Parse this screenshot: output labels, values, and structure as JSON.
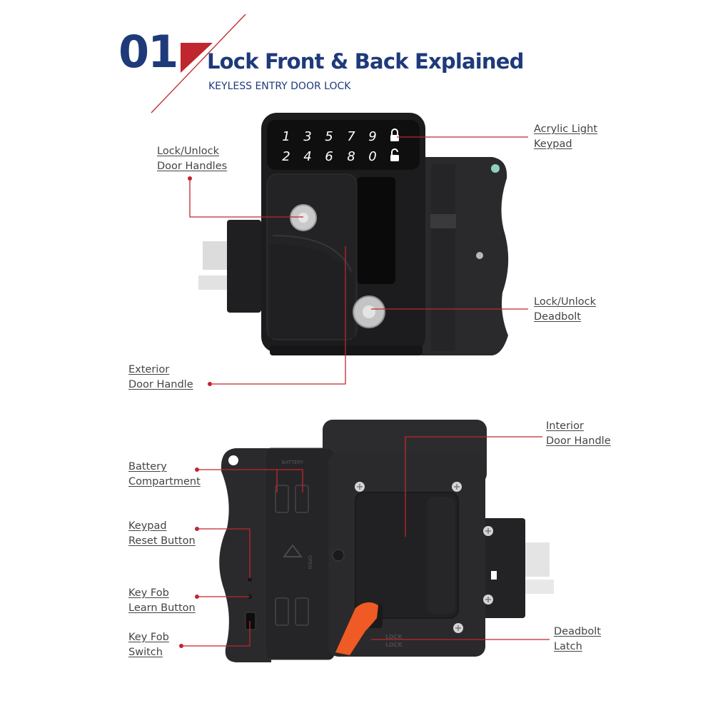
{
  "header": {
    "number": "01",
    "title": "Lock Front & Back Explained",
    "subtitle": "KEYLESS ENTRY DOOR LOCK"
  },
  "keypad": {
    "row1": [
      "1",
      "3",
      "5",
      "7",
      "9"
    ],
    "row2": [
      "2",
      "4",
      "6",
      "8",
      "0"
    ]
  },
  "front_labels": {
    "acrylic_keypad": [
      "Acrylic Light",
      "Keypad"
    ],
    "door_handles": [
      "Lock/Unlock",
      "Door Handles"
    ],
    "deadbolt": [
      "Lock/Unlock",
      "Deadbolt"
    ],
    "exterior_handle": [
      "Exterior",
      "Door Handle"
    ]
  },
  "back_labels": {
    "interior_handle": [
      "Interior",
      "Door Handle"
    ],
    "battery": [
      "Battery",
      "Compartment"
    ],
    "reset": [
      "Keypad",
      "Reset Button"
    ],
    "fob_learn": [
      "Key Fob",
      "Learn Button"
    ],
    "fob_switch": [
      "Key Fob",
      "Switch"
    ],
    "deadbolt_latch": [
      "Deadbolt",
      "Latch"
    ]
  },
  "embossed": {
    "lock_a": "LOCK",
    "lock_b": "LOCK",
    "battery_tag": "BATTERY",
    "open_tag": "OPEN"
  },
  "colors": {
    "heading": "#1e3a7a",
    "accent": "#c0262d",
    "lever": "#f05a24",
    "body": "#1c1c1e"
  }
}
